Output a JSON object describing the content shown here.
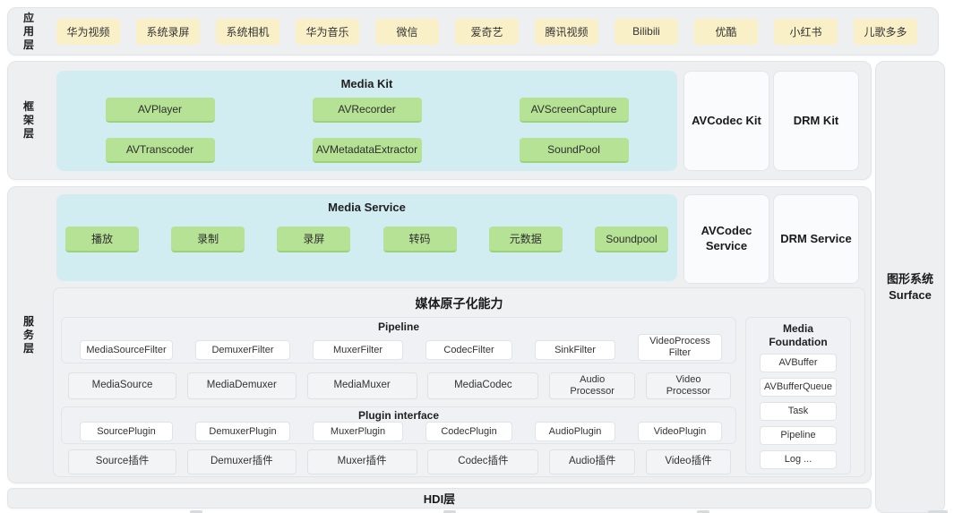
{
  "colors": {
    "layer_bg": "#EDEFF1",
    "app_chip_bg": "#FAF0C8",
    "panel_blue_bg": "#D2EDF2",
    "chip_green_bg": "#B5E295"
  },
  "app_layer": {
    "label": "应\n用\n层",
    "apps": [
      "华为视频",
      "系统录屏",
      "系统相机",
      "华为音乐",
      "微信",
      "爱奇艺",
      "腾讯视频",
      "Bilibili",
      "优酷",
      "小红书",
      "儿歌多多"
    ]
  },
  "framework_layer": {
    "label": "框\n架\n层",
    "media_kit": {
      "title": "Media Kit",
      "items": [
        "AVPlayer",
        "AVRecorder",
        "AVScreenCapture",
        "AVTranscoder",
        "AVMetadataExtractor",
        "SoundPool"
      ]
    },
    "avcodec_kit": "AVCodec Kit",
    "drm_kit": "DRM Kit"
  },
  "service_layer": {
    "label": "服\n务\n层",
    "media_service": {
      "title": "Media Service",
      "items": [
        "播放",
        "录制",
        "录屏",
        "转码",
        "元数据",
        "Soundpool"
      ]
    },
    "avcodec_service": "AVCodec\nService",
    "drm_service": "DRM Service",
    "atomic": {
      "title": "媒体原子化能力",
      "pipeline": {
        "title": "Pipeline",
        "items": [
          "MediaSourceFilter",
          "DemuxerFilter",
          "MuxerFilter",
          "CodecFilter",
          "SinkFilter",
          "VideoProcess\nFilter"
        ]
      },
      "modules": [
        "MediaSource",
        "MediaDemuxer",
        "MediaMuxer",
        "MediaCodec",
        "Audio\nProcessor",
        "Video\nProcessor"
      ],
      "plugin_interface": {
        "title": "Plugin interface",
        "items": [
          "SourcePlugin",
          "DemuxerPlugin",
          "MuxerPlugin",
          "CodecPlugin",
          "AudioPlugin",
          "VideoPlugin"
        ]
      },
      "plugins": [
        "Source插件",
        "Demuxer插件",
        "Muxer插件",
        "Codec插件",
        "Audio插件",
        "Video插件"
      ],
      "media_foundation": {
        "title": "Media\nFoundation",
        "items": [
          "AVBuffer",
          "AVBufferQueue",
          "Task",
          "Pipeline",
          "Log ..."
        ]
      }
    }
  },
  "graphics": {
    "label": "图形系统\nSurface"
  },
  "hdi": {
    "label": "HDI层"
  }
}
